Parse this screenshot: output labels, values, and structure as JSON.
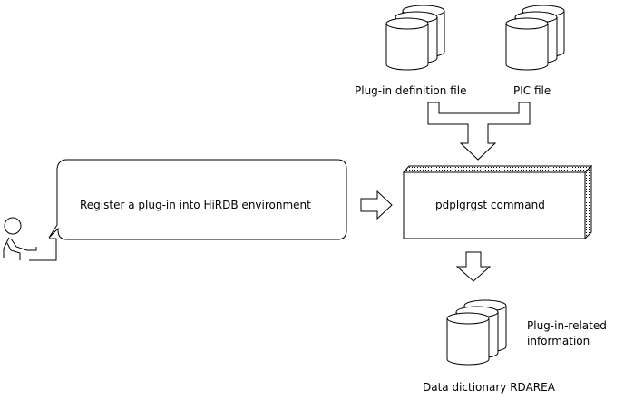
{
  "user_bubble": {
    "text": "Register a plug-in into HiRDB environment"
  },
  "command_box": {
    "text": "pdplgrgst command"
  },
  "inputs": [
    {
      "label": "Plug-in definition file",
      "icon": "database-stack-icon"
    },
    {
      "label": "PIC file",
      "icon": "database-stack-icon"
    }
  ],
  "output": {
    "label": "Data dictionary RDAREA",
    "note_line1": "Plug-in-related",
    "note_line2": "information",
    "icon": "database-stack-icon"
  },
  "user_icon": "user-at-terminal-icon",
  "colors": {
    "stroke": "#000000",
    "fill": "#ffffff"
  }
}
